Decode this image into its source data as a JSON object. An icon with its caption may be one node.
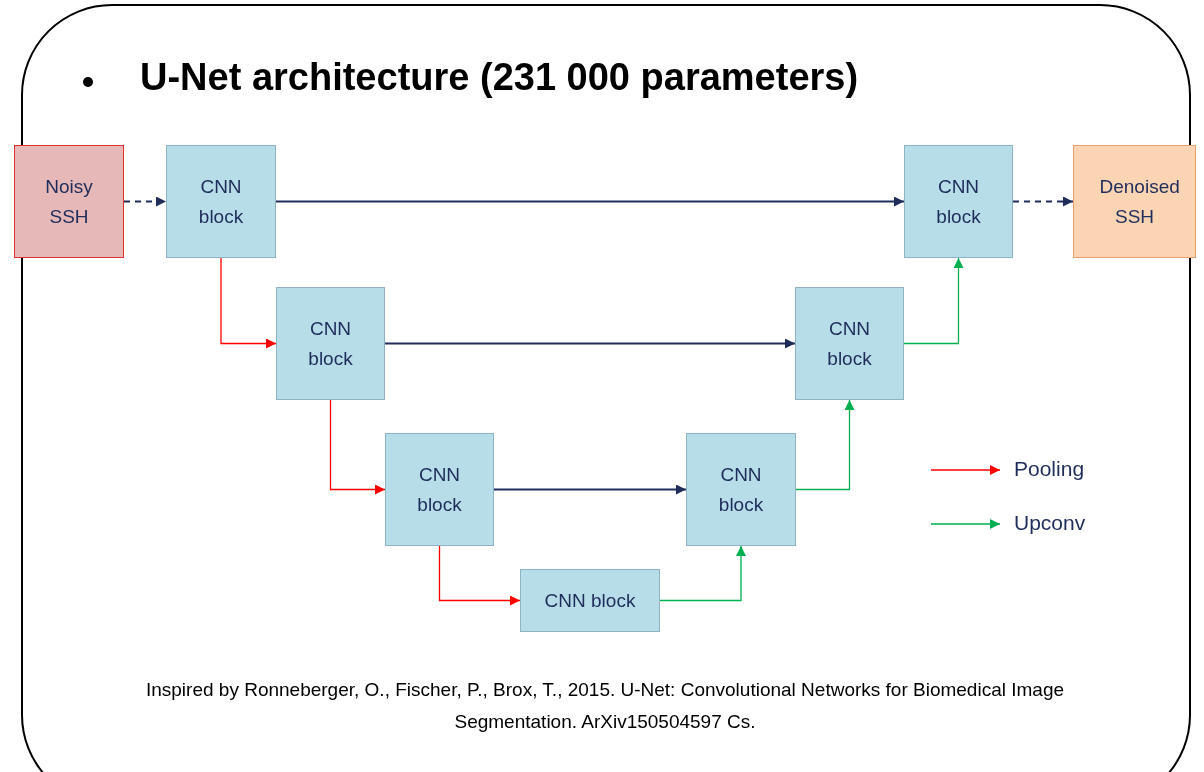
{
  "diagram": {
    "title": "U-Net architecture (231 000 parameters)",
    "caption": "Inspired by Ronneberger, O., Fischer, P., Brox, T., 2015. U-Net: Convolutional Networks for Biomedical Image Segmentation. ArXiv150504597 Cs.",
    "nodes": [
      {
        "text": [
          "Noisy SSH"
        ]
      },
      {
        "text": [
          "CNN block"
        ]
      },
      {
        "text": [
          "CNN block"
        ]
      },
      {
        "text": [
          "CNN block"
        ]
      },
      {
        "text": [
          "CNN block"
        ]
      },
      {
        "text": [
          "CNN block"
        ]
      },
      {
        "text": [
          "CNN block"
        ]
      },
      {
        "text": [
          "CNN block"
        ]
      },
      {
        "text": [
          "Denoised SSH"
        ]
      }
    ],
    "edges": [
      {
        "from": 0,
        "to": 1,
        "arrow": "to",
        "style": "dashed"
      },
      {
        "from": 1,
        "to": 7,
        "arrow": "to"
      },
      {
        "from": 7,
        "to": 8,
        "arrow": "to",
        "style": "dashed"
      },
      {
        "from": 1,
        "to": 2,
        "arrow": "to",
        "color": "#ff0000"
      },
      {
        "from": 2,
        "to": 3,
        "arrow": "to",
        "color": "#ff0000"
      },
      {
        "from": 3,
        "to": 4,
        "arrow": "to",
        "color": "#ff0000"
      },
      {
        "from": 2,
        "to": 6,
        "arrow": "to"
      },
      {
        "from": 3,
        "to": 5,
        "arrow": "to"
      },
      {
        "from": 4,
        "to": 5,
        "arrow": "to",
        "color": "#00b050"
      },
      {
        "from": 5,
        "to": 6,
        "arrow": "to",
        "color": "#00b050"
      },
      {
        "from": 6,
        "to": 7,
        "arrow": "to",
        "color": "#00b050"
      }
    ],
    "legend": [
      {
        "text": "Pooling"
      },
      {
        "text": "Upconv"
      }
    ]
  }
}
